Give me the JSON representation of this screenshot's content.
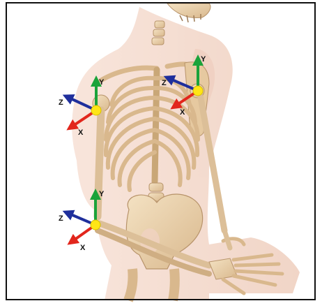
{
  "colors": {
    "background": "#ffffff",
    "body_skin": "#f0d2c2",
    "bone": "#e9cfa8",
    "bone_shadow": "#b7936a",
    "axis_x": "#e2261c",
    "axis_y": "#1aa33a",
    "axis_z": "#1f2f9c",
    "joint": "#ffe516",
    "frame": "#111111"
  },
  "frames": [
    {
      "id": "right-shoulder",
      "labels": {
        "x": "X",
        "y": "Y",
        "z": "Z"
      }
    },
    {
      "id": "left-shoulder",
      "labels": {
        "x": "X",
        "y": "Y",
        "z": "Z"
      }
    },
    {
      "id": "elbow",
      "labels": {
        "x": "X",
        "y": "Y",
        "z": "Z"
      }
    }
  ]
}
